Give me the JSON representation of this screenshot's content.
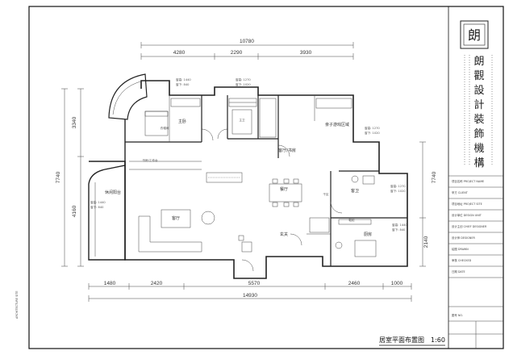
{
  "drawing_title": "居室平面布置图",
  "drawing_scale": "1:60",
  "brand": {
    "characters": [
      "朗",
      "觀",
      "設",
      "計",
      "裝",
      "飾",
      "機",
      "構"
    ],
    "logo_text": "朗"
  },
  "side_note": "ARCHITECTURE SITE",
  "dimensions": {
    "top_total": "10780",
    "top_segments": [
      "4280",
      "2290",
      "3930"
    ],
    "left": [
      "3340",
      "7740",
      "4160"
    ],
    "right": [
      "7740",
      "2140"
    ],
    "bottom_segments": [
      "1480",
      "2420",
      "5570",
      "2460",
      "1000"
    ],
    "bottom_total": "14930"
  },
  "rooms": {
    "master_bedroom": "主卧",
    "kids_area": "亲子游戏区域",
    "leisure_balcony": "休闲阳台",
    "living_room": "客厅",
    "dining_room": "餐厅",
    "kitchen": "厨房",
    "entrance": "玄关",
    "guest_bathroom": "客卫",
    "living_dining": "客厅/书房",
    "shoe_cabinet": "鞋柜",
    "cloakroom": "衣帽间",
    "master_bath": "主卫",
    "dry_zone": "干区",
    "study_room": "书房/工作台"
  },
  "windows": [
    {
      "w": "窗高: 1440",
      "h": "窗下: 840"
    },
    {
      "w": "窗高: 1270",
      "h": "窗下: 1020"
    },
    {
      "w": "窗高: 1270",
      "h": "窗下: 1020"
    },
    {
      "w": "窗高: 1440",
      "h": "窗下: 840"
    },
    {
      "w": "窗高: 1270",
      "h": "窗下: 1020"
    },
    {
      "w": "窗高: 1440",
      "h": "窗下: 840"
    }
  ],
  "title_block_rows": [
    "项目名称 PROJECT NAME",
    "甲方 CLIENT",
    "项目地址 PROJECT SITE",
    "设计单位 DESIGN UNIT",
    "设计主创 CHIEF DESIGNER",
    "设计师 DESIGNER",
    "绘图 DRAWN",
    "审核 CHECKED",
    "日期 DATE",
    "图号 NO."
  ]
}
